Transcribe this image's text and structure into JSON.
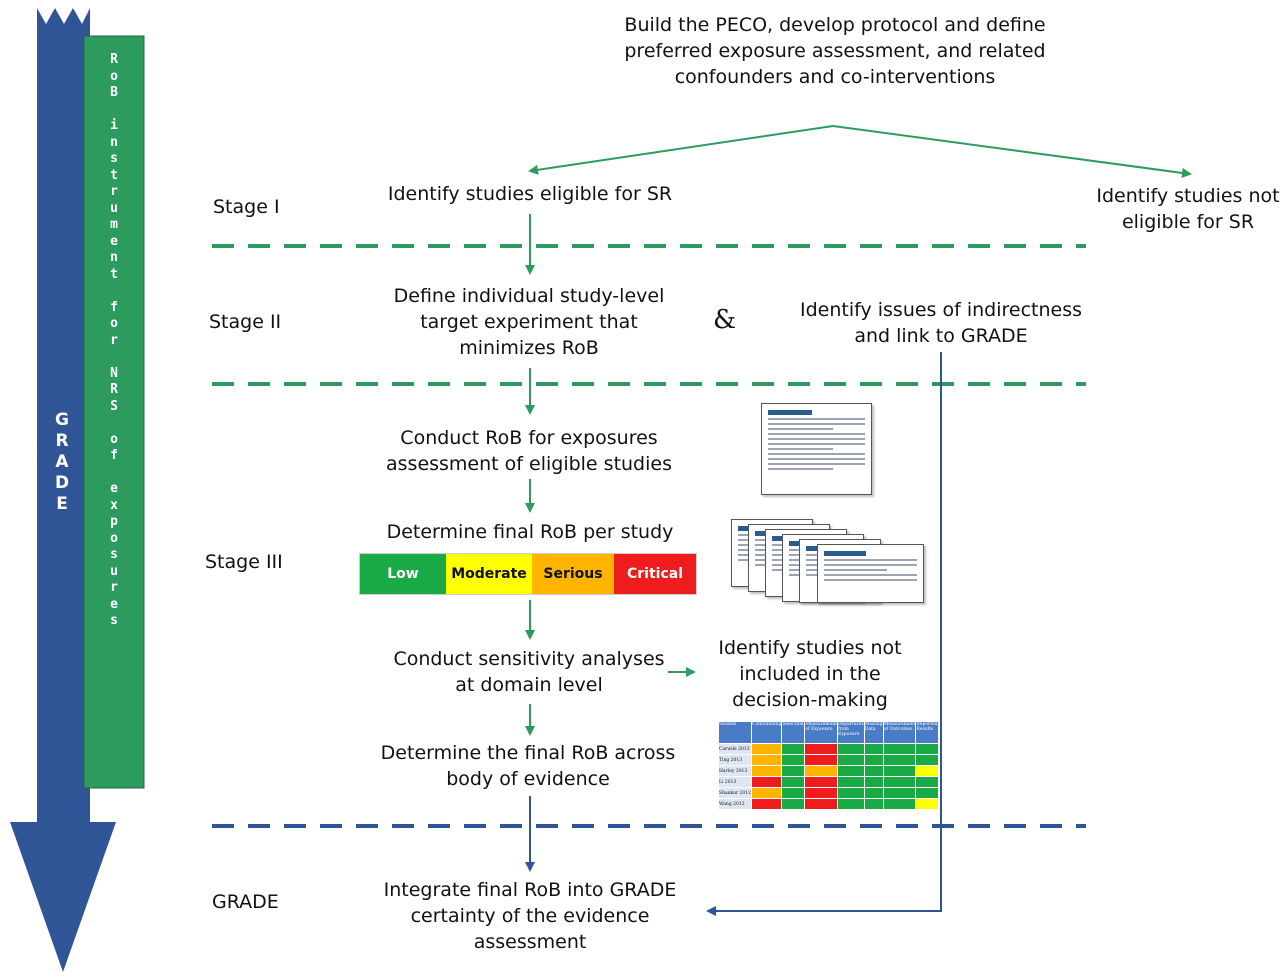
{
  "top_text": "Build the PECO, develop protocol and define preferred exposure assessment, and related confounders and co-interventions",
  "side": {
    "grade_arrow_label": "GRADE",
    "rob_instrument_label": "RoB instrument for NRS of exposures"
  },
  "stages": {
    "stage1": "Stage I",
    "stage2": "Stage II",
    "stage3": "Stage III",
    "grade": "GRADE"
  },
  "nodes": {
    "eligible": "Identify studies eligible for SR",
    "not_eligible": "Identify studies not eligible for SR",
    "target_experiment": "Define individual study-level target experiment that minimizes RoB",
    "ampersand": "&",
    "indirectness": "Identify issues of indirectness and link to GRADE",
    "conduct_rob": "Conduct RoB for exposures assessment of eligible studies",
    "final_rob_title": "Determine final RoB per study",
    "sensitivity": "Conduct sensitivity analyses at domain level",
    "not_included": "Identify studies not included in the decision-making",
    "final_rob_body": "Determine the final RoB across body of evidence",
    "integrate": "Integrate final RoB into GRADE certainty of the evidence assessment"
  },
  "rob_levels": [
    {
      "label": "Low",
      "color": "#1aaa45",
      "text_color": "#ffffff"
    },
    {
      "label": "Moderate",
      "color": "#ffff00",
      "text_color": "#111111"
    },
    {
      "label": "Serious",
      "color": "#ffb400",
      "text_color": "#111111"
    },
    {
      "label": "Critical",
      "color": "#ee1c1c",
      "text_color": "#ffffff"
    }
  ],
  "rob_table": {
    "headers": [
      "Studies",
      "Confounding",
      "Selection",
      "Measurement of Exposure",
      "Departures from Exposure",
      "Missing Data",
      "Measurement of Outcomes",
      "Reported Results"
    ],
    "rows": [
      {
        "study": "Carwile 2013",
        "cells": [
          "orange",
          "green",
          "red",
          "green",
          "green",
          "green",
          "green"
        ]
      },
      {
        "study": "Ting 2013",
        "cells": [
          "orange",
          "green",
          "red",
          "green",
          "green",
          "green",
          "green"
        ]
      },
      {
        "study": "Harley 2013",
        "cells": [
          "orange",
          "green",
          "orange",
          "green",
          "green",
          "green",
          "yellow"
        ]
      },
      {
        "study": "Li 2013",
        "cells": [
          "red",
          "green",
          "red",
          "green",
          "green",
          "green",
          "green"
        ]
      },
      {
        "study": "Shankar 2012",
        "cells": [
          "orange",
          "green",
          "red",
          "green",
          "green",
          "green",
          "green"
        ]
      },
      {
        "study": "Wang 2012",
        "cells": [
          "red",
          "green",
          "red",
          "green",
          "green",
          "green",
          "yellow"
        ]
      }
    ]
  },
  "colors": {
    "arrow_blue": "#2f5597",
    "instrument_green": "#2e9b5e",
    "flow_green": "#2e9b5e",
    "flow_blue": "#2f5597",
    "cell_green": "#1aaa45",
    "cell_orange": "#ffb400",
    "cell_red": "#ee1c1c",
    "cell_yellow": "#ffff00"
  }
}
